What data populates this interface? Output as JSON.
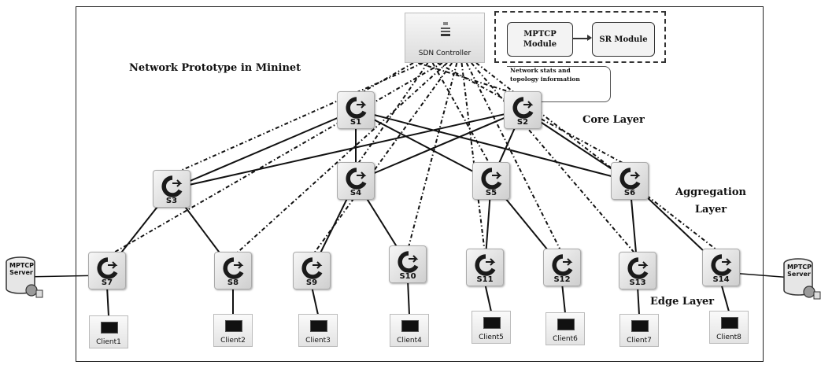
{
  "title": "Network Prototype in Mininet",
  "controller": {
    "label": "SDN Controller",
    "icon": "server-rack-icon"
  },
  "modules": [
    {
      "key": "mptcp",
      "label": "MPTCP\nModule"
    },
    {
      "key": "sr",
      "label": "SR Module"
    }
  ],
  "info_text": "Network stats and\ntopology information",
  "layers": {
    "core": "Core Layer",
    "aggregation": "Aggregation\nLayer",
    "edge": "Edge Layer"
  },
  "switches": [
    {
      "id": "s1",
      "label": "S1",
      "layer": "core"
    },
    {
      "id": "s2",
      "label": "S2",
      "layer": "core"
    },
    {
      "id": "s3",
      "label": "S3",
      "layer": "aggregation"
    },
    {
      "id": "s4",
      "label": "S4",
      "layer": "aggregation"
    },
    {
      "id": "s5",
      "label": "S5",
      "layer": "aggregation"
    },
    {
      "id": "s6",
      "label": "S6",
      "layer": "aggregation"
    },
    {
      "id": "s7",
      "label": "S7",
      "layer": "edge"
    },
    {
      "id": "s8",
      "label": "S8",
      "layer": "edge"
    },
    {
      "id": "s9",
      "label": "S9",
      "layer": "edge"
    },
    {
      "id": "s10",
      "label": "S10",
      "layer": "edge"
    },
    {
      "id": "s11",
      "label": "S11",
      "layer": "edge"
    },
    {
      "id": "s12",
      "label": "S12",
      "layer": "edge"
    },
    {
      "id": "s13",
      "label": "S13",
      "layer": "edge"
    },
    {
      "id": "s14",
      "label": "S14",
      "layer": "edge"
    }
  ],
  "clients": [
    {
      "id": "c1",
      "label": "Client1",
      "switch": "s7"
    },
    {
      "id": "c2",
      "label": "Client2",
      "switch": "s8"
    },
    {
      "id": "c3",
      "label": "Client3",
      "switch": "s9"
    },
    {
      "id": "c4",
      "label": "Client4",
      "switch": "s10"
    },
    {
      "id": "c5",
      "label": "Client5",
      "switch": "s11"
    },
    {
      "id": "c6",
      "label": "Client6",
      "switch": "s12"
    },
    {
      "id": "c7",
      "label": "Client7",
      "switch": "s13"
    },
    {
      "id": "c8",
      "label": "Client8",
      "switch": "s14"
    }
  ],
  "servers": [
    {
      "id": "server-left",
      "label": "MPTCP\nServer",
      "switch": "s7"
    },
    {
      "id": "server-right",
      "label": "MPTCP\nServer",
      "switch": "s14"
    }
  ],
  "links": [
    [
      "s1",
      "s3"
    ],
    [
      "s1",
      "s4"
    ],
    [
      "s1",
      "s5"
    ],
    [
      "s1",
      "s6"
    ],
    [
      "s2",
      "s3"
    ],
    [
      "s2",
      "s4"
    ],
    [
      "s2",
      "s5"
    ],
    [
      "s2",
      "s6"
    ],
    [
      "s3",
      "s7"
    ],
    [
      "s3",
      "s8"
    ],
    [
      "s4",
      "s9"
    ],
    [
      "s4",
      "s10"
    ],
    [
      "s5",
      "s11"
    ],
    [
      "s5",
      "s12"
    ],
    [
      "s6",
      "s13"
    ],
    [
      "s6",
      "s14"
    ]
  ],
  "control_links": [
    "s1",
    "s2",
    "s3",
    "s4",
    "s5",
    "s6",
    "s7",
    "s8",
    "s9",
    "s10",
    "s11",
    "s12",
    "s13",
    "s14"
  ],
  "colors": {
    "line": "#111111",
    "switch_icon": "#1a1a1a"
  }
}
